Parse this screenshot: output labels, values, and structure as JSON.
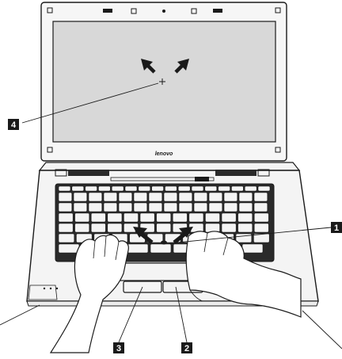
{
  "brand_logo": "lenovo",
  "callouts": [
    {
      "number": "1"
    },
    {
      "number": "2"
    },
    {
      "number": "3"
    },
    {
      "number": "4"
    }
  ],
  "colors": {
    "screen": "#d8d8d8",
    "chassis": "#f4f4f4",
    "outline": "#1a1a1a",
    "key": "#2a2a2a",
    "callout_box": "#1a1a1a",
    "callout_text": "#ffffff"
  },
  "icons": [
    "pointer-arrow-icon",
    "crosshair-icon",
    "trackpoint-nub-icon",
    "hand-left-icon",
    "hand-right-icon"
  ]
}
